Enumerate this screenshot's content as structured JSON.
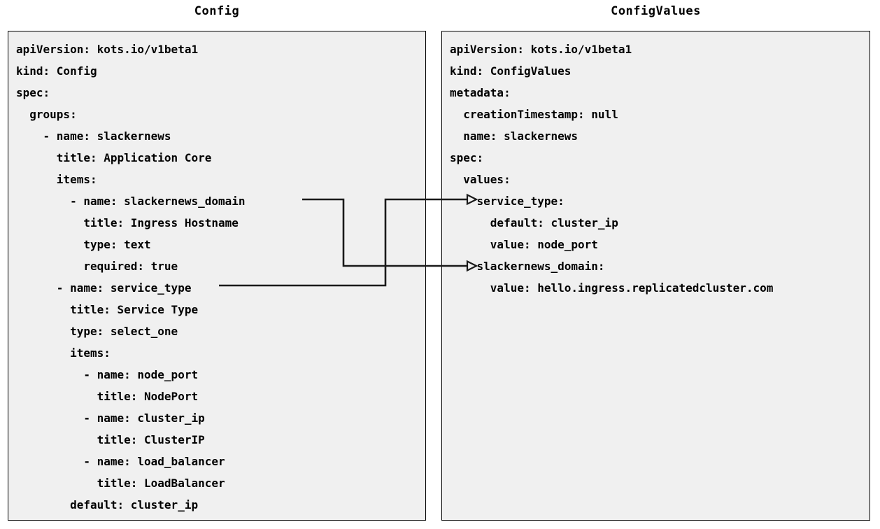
{
  "diagram": {
    "type": "two-panel-yaml-mapping",
    "background": "#ffffff",
    "panel_background": "#f0f0f0",
    "border_color": "#000000",
    "text_color": "#000000"
  },
  "left_panel": {
    "title": "Config",
    "lines": [
      "apiVersion: kots.io/v1beta1",
      "kind: Config",
      "spec:",
      "  groups:",
      "    - name: slackernews",
      "      title: Application Core",
      "      items:",
      "        - name: slackernews_domain",
      "          title: Ingress Hostname",
      "          type: text",
      "          required: true",
      "      - name: service_type",
      "        title: Service Type",
      "        type: select_one",
      "        items:",
      "          - name: node_port",
      "            title: NodePort",
      "          - name: cluster_ip",
      "            title: ClusterIP",
      "          - name: load_balancer",
      "            title: LoadBalancer",
      "        default: cluster_ip"
    ]
  },
  "right_panel": {
    "title": "ConfigValues",
    "lines": [
      "apiVersion: kots.io/v1beta1",
      "kind: ConfigValues",
      "metadata:",
      "  creationTimestamp: null",
      "  name: slackernews",
      "spec:",
      "  values:",
      "    service_type:",
      "      default: cluster_ip",
      "      value: node_port",
      "    slackernews_domain:",
      "      value: hello.ingress.replicatedcluster.com"
    ]
  },
  "connectors": [
    {
      "name": "slackernews-domain-to-slackernews-domain",
      "from_label": "slackernews_domain",
      "to_label": "slackernews_domain:",
      "arrow": "open-triangle"
    },
    {
      "name": "service-type-to-service-type",
      "from_label": "service_type",
      "to_label": "service_type:",
      "arrow": "open-triangle"
    }
  ]
}
